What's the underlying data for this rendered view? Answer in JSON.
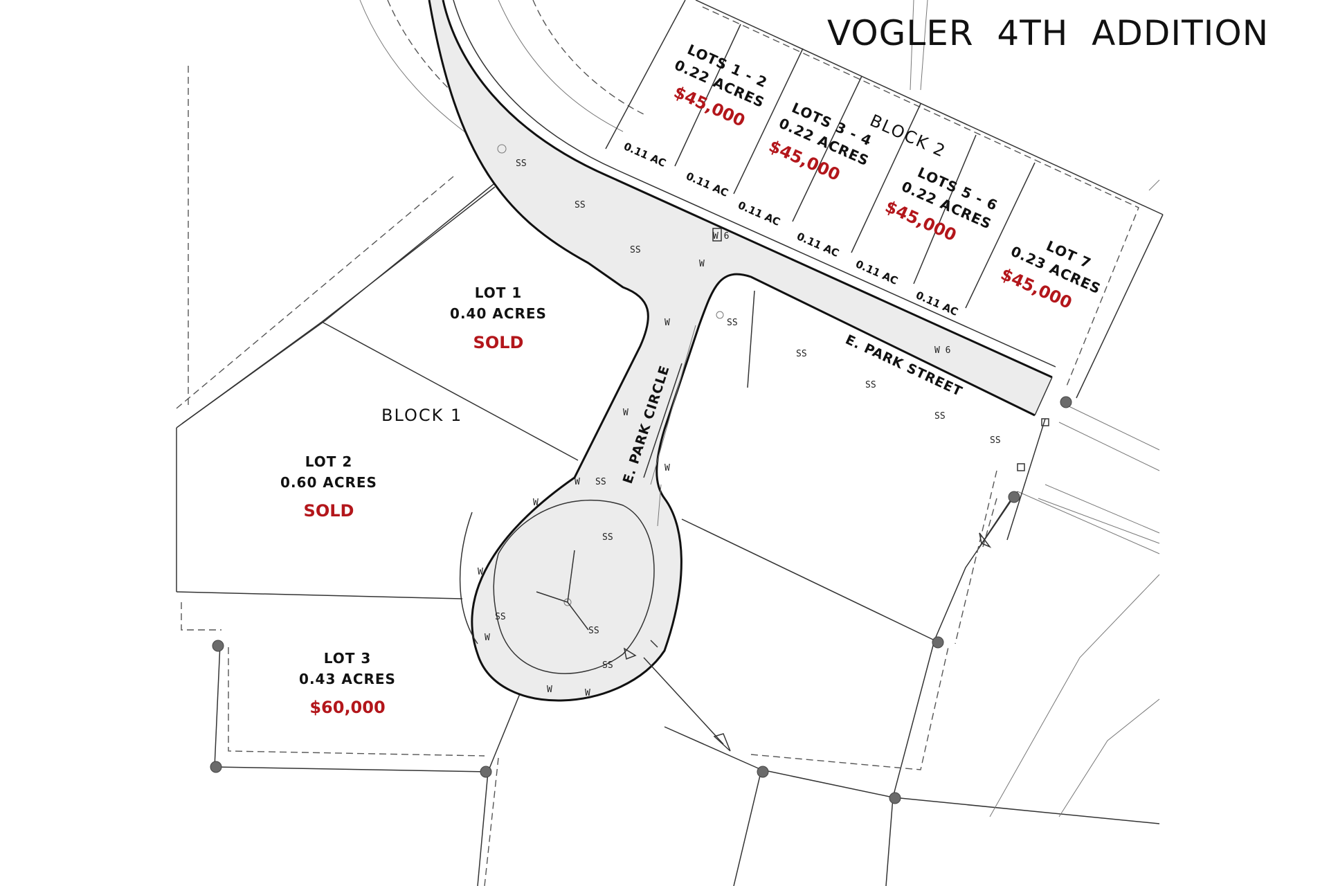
{
  "title": "VOGLER  4TH  ADDITION",
  "blocks": {
    "block1": "BLOCK 1",
    "block2": "BLOCK 2"
  },
  "streets": {
    "park_street": "E. PARK STREET",
    "park_circle": "E. PARK CIRCLE"
  },
  "block1_lots": [
    {
      "name": "LOT 1",
      "acres": "0.40 ACRES",
      "status": "SOLD"
    },
    {
      "name": "LOT 2",
      "acres": "0.60 ACRES",
      "status": "SOLD"
    },
    {
      "name": "LOT 3",
      "acres": "0.43 ACRES",
      "status": "$60,000"
    }
  ],
  "block2_lots": [
    {
      "name": "LOTS 1 - 2",
      "acres": "0.22 ACRES",
      "price": "$45,000"
    },
    {
      "name": "LOTS 3 - 4",
      "acres": "0.22 ACRES",
      "price": "$45,000"
    },
    {
      "name": "LOTS 5 - 6",
      "acres": "0.22 ACRES",
      "price": "$45,000"
    },
    {
      "name": "LOT 7",
      "acres": "0.23 ACRES",
      "price": "$45,000"
    }
  ],
  "sub_lot_acres": [
    "0.11 AC",
    "0.11 AC",
    "0.11 AC",
    "0.11 AC",
    "0.11 AC",
    "0.11 AC"
  ],
  "utility_labels": {
    "sewer": "SS",
    "water": "W",
    "water_main": "W 6"
  },
  "colors": {
    "price_red": "#b3161b",
    "ink": "#111111",
    "paving": "#ececec"
  }
}
